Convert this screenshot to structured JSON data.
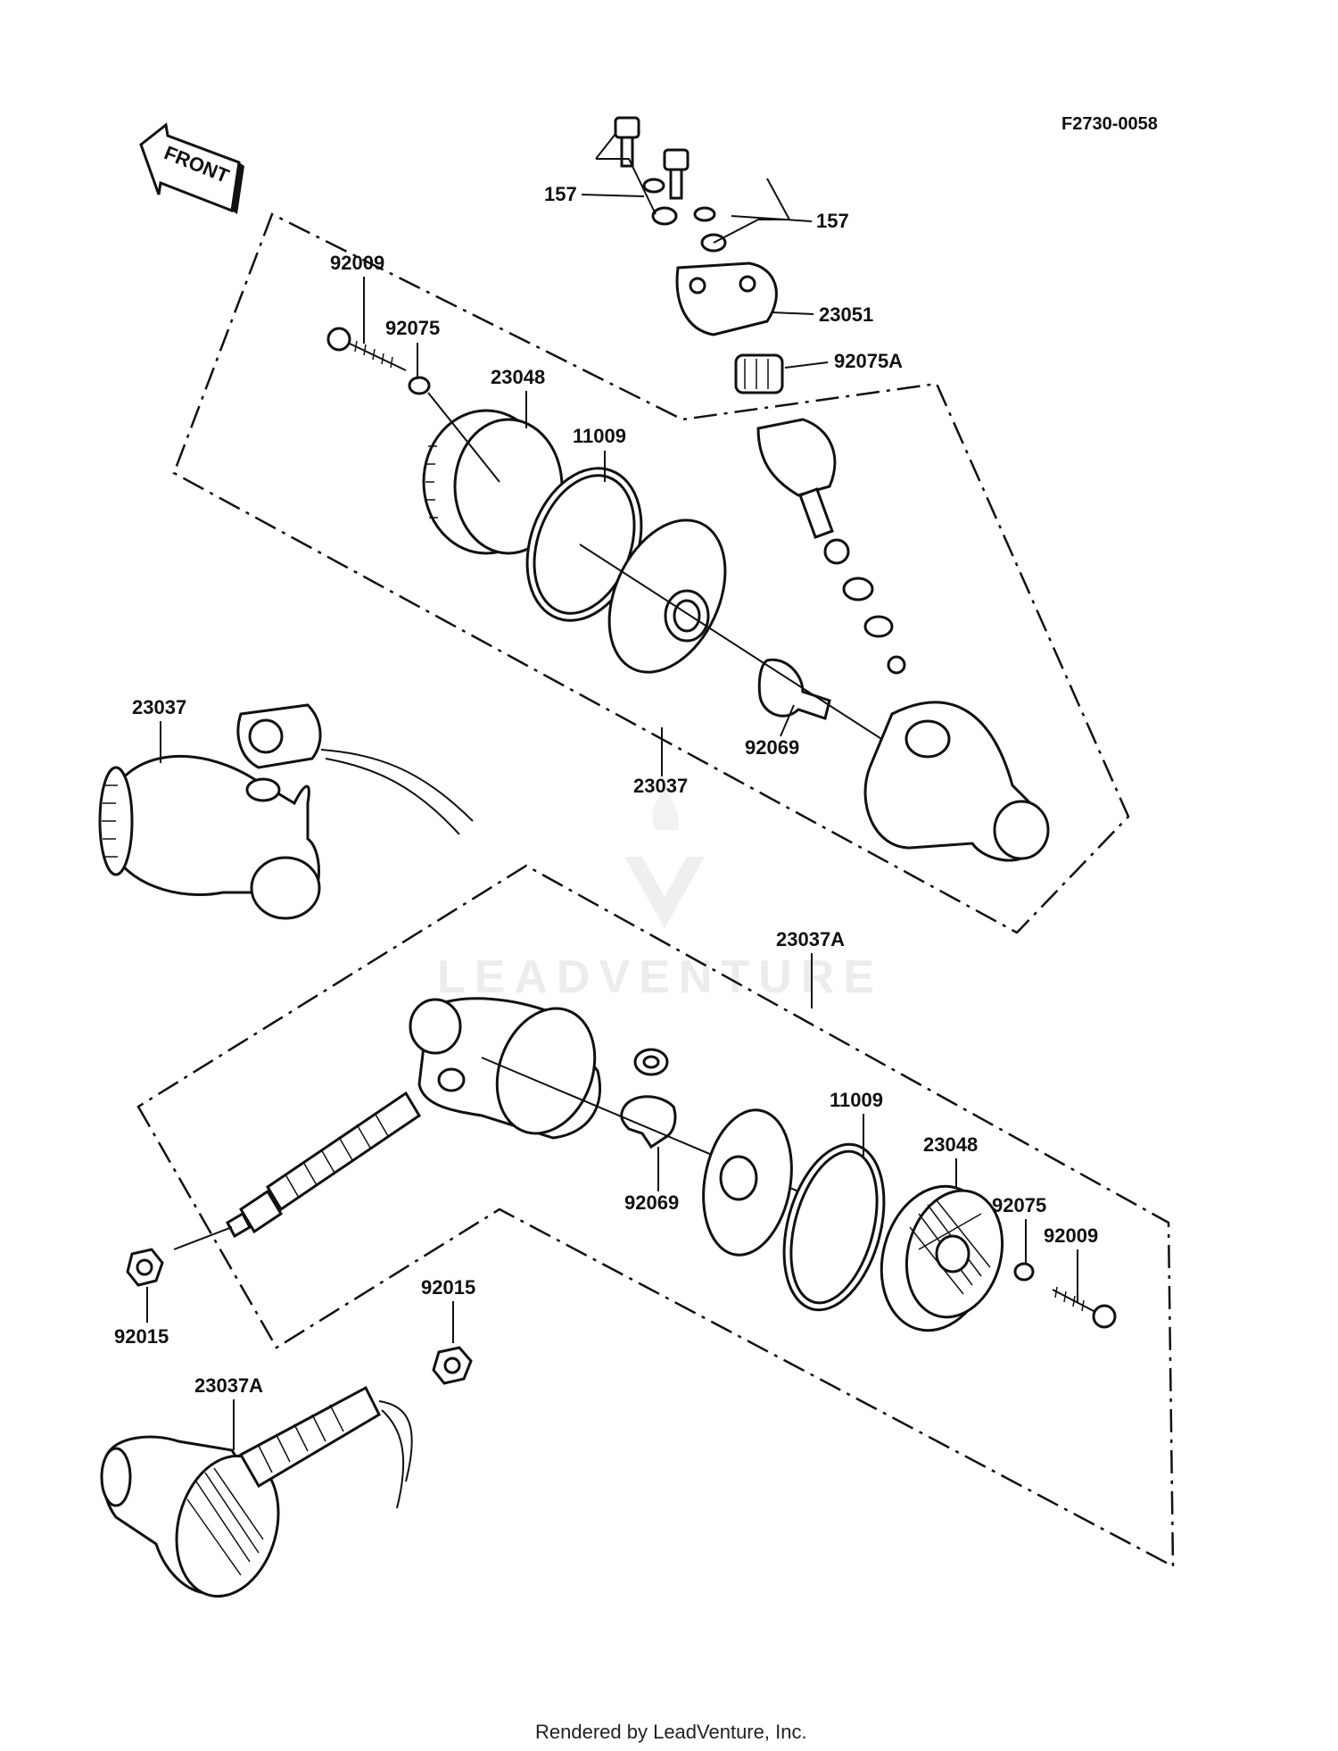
{
  "diagram": {
    "code": "F2730-0058",
    "front_label": "FRONT",
    "watermark": "LEADVENTURE",
    "footer": "Rendered by LeadVenture, Inc.",
    "labels": {
      "l157a": "157",
      "l157b": "157",
      "l23051": "23051",
      "l92075A": "92075A",
      "l92009top": "92009",
      "l92075top": "92075",
      "l23048top": "23048",
      "l11009top": "11009",
      "l23037left": "23037",
      "l23037mid": "23037",
      "l92069top": "92069",
      "l23037A": "23037A",
      "l11009bot": "11009",
      "l23048bot": "23048",
      "l92075bot": "92075",
      "l92009bot": "92009",
      "l92069bot": "92069",
      "l92015left": "92015",
      "l92015mid": "92015",
      "l23037Abot": "23037A"
    }
  }
}
